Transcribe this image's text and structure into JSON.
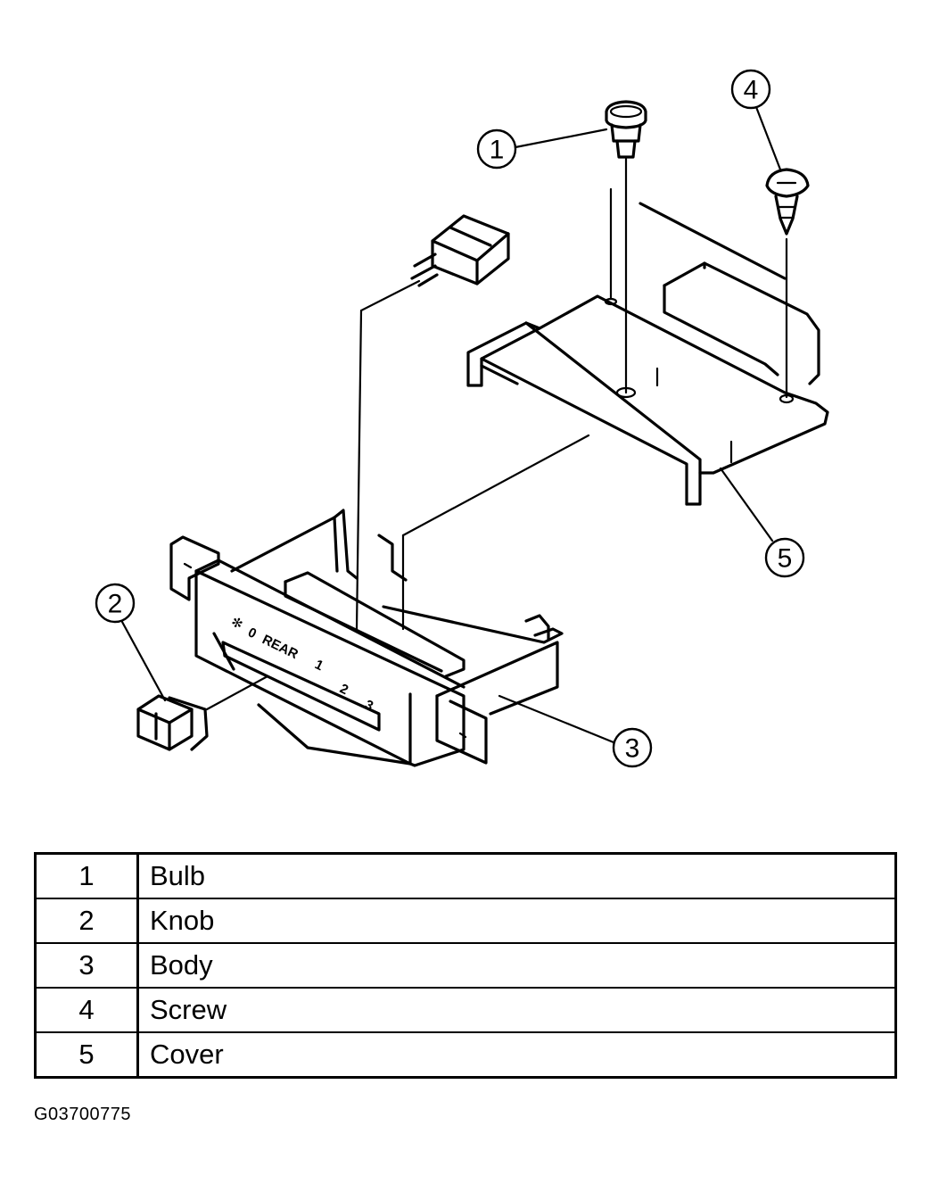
{
  "callouts": [
    "1",
    "2",
    "3",
    "4",
    "5"
  ],
  "panel_marks": {
    "mode": "REAR",
    "off": "0",
    "speeds": [
      "1",
      "2",
      "3"
    ]
  },
  "legend": [
    {
      "num": "1",
      "label": "Bulb"
    },
    {
      "num": "2",
      "label": "Knob"
    },
    {
      "num": "3",
      "label": "Body"
    },
    {
      "num": "4",
      "label": "Screw"
    },
    {
      "num": "5",
      "label": "Cover"
    }
  ],
  "figure_id": "G03700775"
}
